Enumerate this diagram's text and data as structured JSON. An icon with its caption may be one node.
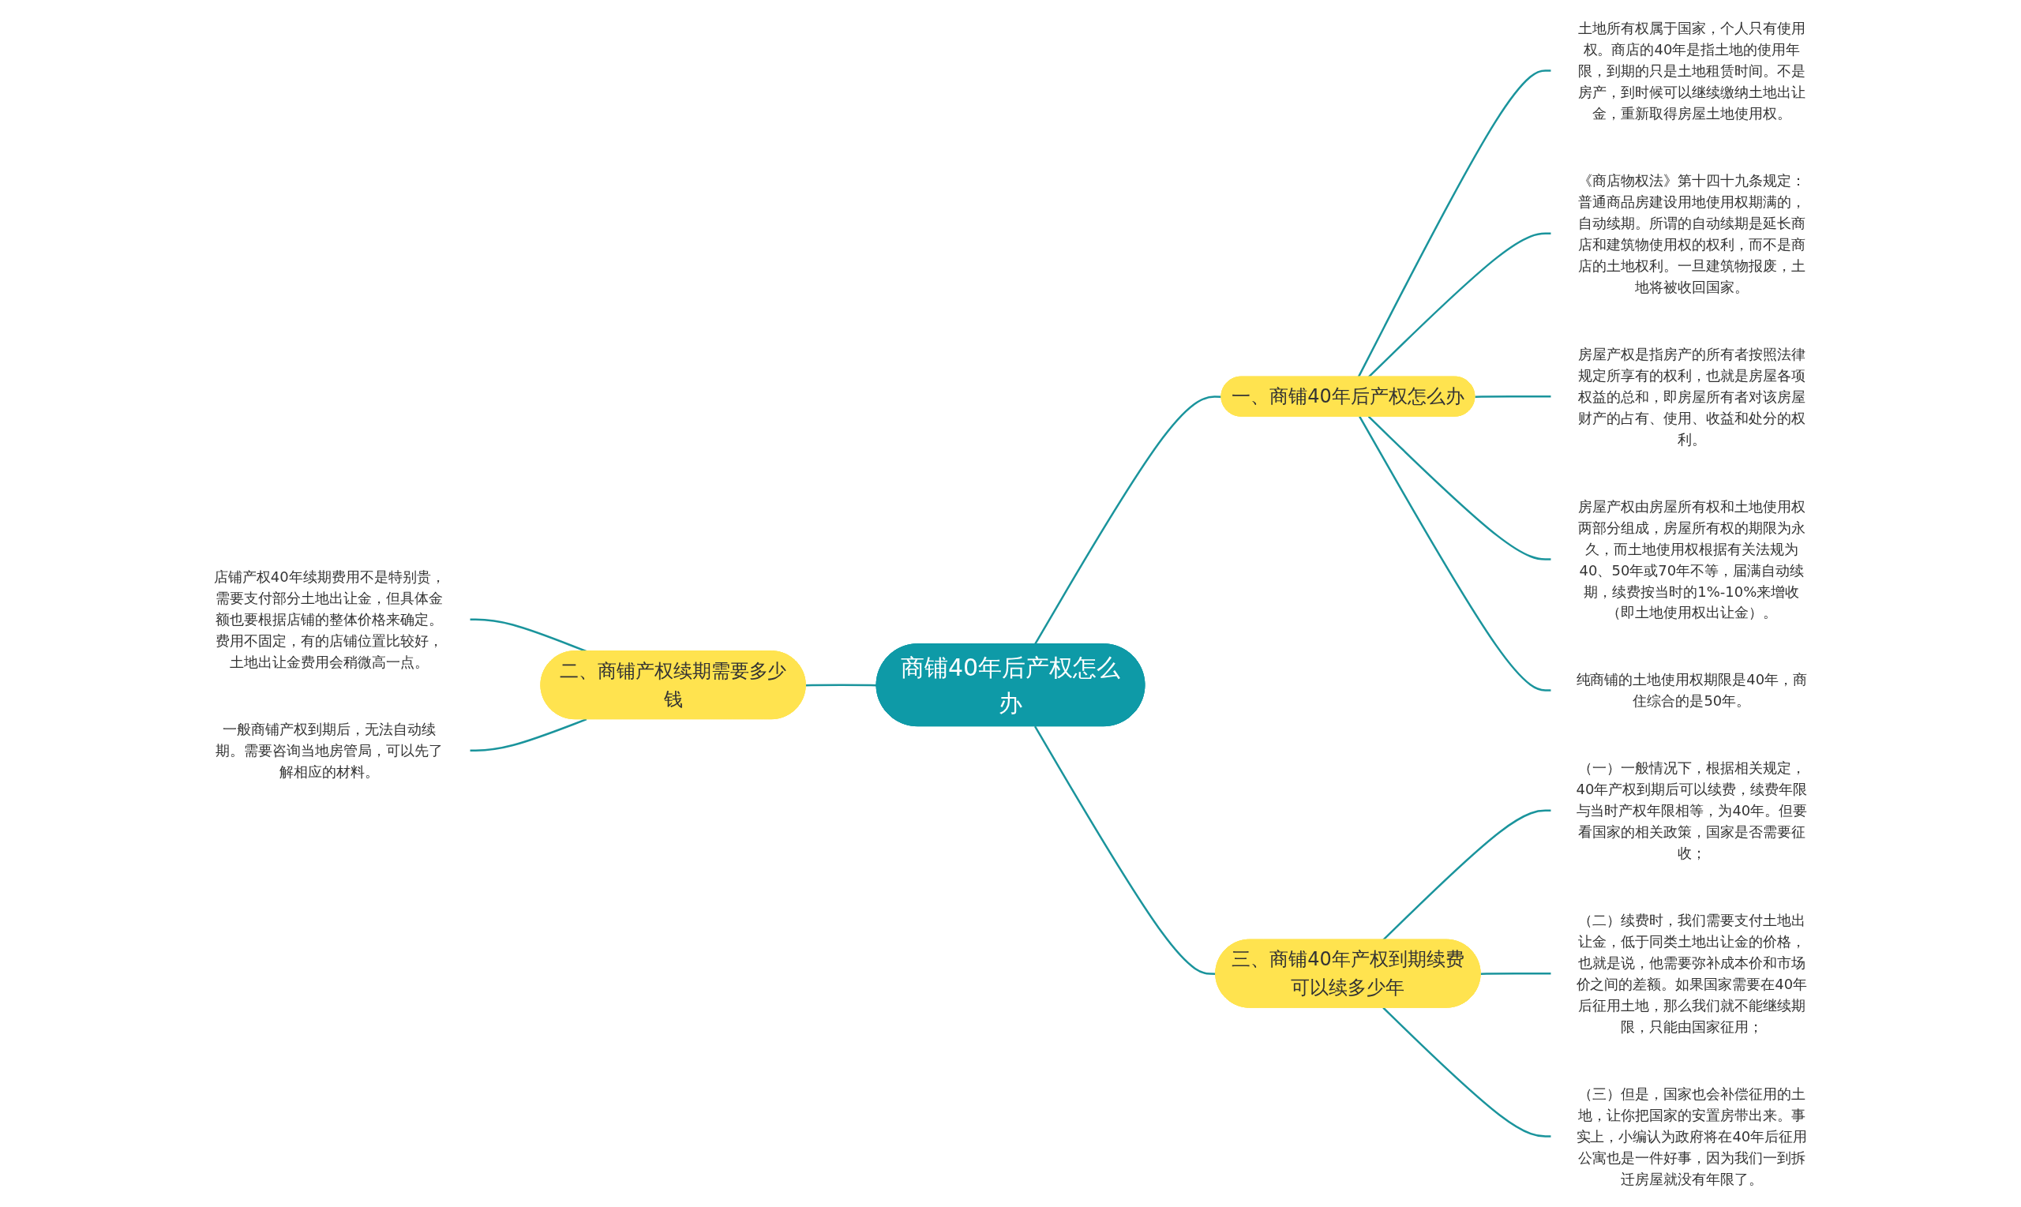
{
  "diagram": {
    "nodes": [
      {
        "text": [
          "商铺40年后产权怎么办"
        ]
      },
      {
        "text": [
          "一、商铺40年后产权怎么办"
        ]
      },
      {
        "text": [
          "土地所有权属于国家，个人只有使用权。商店的40年是指土地的使用年限，到期的只是土地租赁时间。不是房产，到时候可以继续缴纳土地出让金，重新取得房屋土地使用权。"
        ]
      },
      {
        "text": [
          "《商店物权法》第十四十九条规定：普通商品房建设用地使用权期满的，自动续期。所谓的自动续期是延长商店和建筑物使用权的权利，而不是商店的土地权利。一旦建筑物报废，土地将被收回国家。"
        ]
      },
      {
        "text": [
          "房屋产权是指房产的所有者按照法律规定所享有的权利，也就是房屋各项权益的总和，即房屋所有者对该房屋财产的占有、使用、收益和处分的权利。"
        ]
      },
      {
        "text": [
          "房屋产权由房屋所有权和土地使用权两部分组成，房屋所有权的期限为永久，而土地使用权根据有关法规为40、50年或70年不等，届满自动续期，续费按当时的1%-10%来增收（即土地使用权出让金）。"
        ]
      },
      {
        "text": [
          "纯商铺的土地使用权期限是40年，商住综合的是50年。"
        ]
      },
      {
        "text": [
          "二、商铺产权续期需要多少钱"
        ]
      },
      {
        "text": [
          "店铺产权40年续期费用不是特别贵，需要支付部分土地出让金，但具体金额也要根据店铺的整体价格来确定。费用不固定，有的店铺位置比较好，土地出让金费用会稍微高一点。"
        ]
      },
      {
        "text": [
          "一般商铺产权到期后，无法自动续期。需要咨询当地房管局，可以先了解相应的材料。"
        ]
      },
      {
        "text": [
          "三、商铺40年产权到期续费可以续多少年"
        ]
      },
      {
        "text": [
          "（一）一般情况下，根据相关规定，40年产权到期后可以续费，续费年限与当时产权年限相等，为40年。但要看国家的相关政策，国家是否需要征收；"
        ]
      },
      {
        "text": [
          "（二）续费时，我们需要支付土地出让金，低于同类土地出让金的价格，也就是说，他需要弥补成本价和市场价之间的差额。如果国家需要在40年后征用土地，那么我们就不能继续期限，只能由国家征用；"
        ]
      },
      {
        "text": [
          "（三）但是，国家也会补偿征用的土地，让你把国家的安置房带出来。事实上，小编认为政府将在40年后征用公寓也是一件好事，因为我们一到拆迁房屋就没有年限了。"
        ]
      }
    ],
    "edges": [
      {
        "from": 0,
        "to": 1,
        "arrow": "none"
      },
      {
        "from": 1,
        "to": 2,
        "arrow": "none"
      },
      {
        "from": 1,
        "to": 3,
        "arrow": "none"
      },
      {
        "from": 1,
        "to": 4,
        "arrow": "none"
      },
      {
        "from": 1,
        "to": 5,
        "arrow": "none"
      },
      {
        "from": 1,
        "to": 6,
        "arrow": "none"
      },
      {
        "from": 7,
        "to": 0,
        "arrow": "none"
      },
      {
        "from": 8,
        "to": 7,
        "arrow": "none"
      },
      {
        "from": 9,
        "to": 7,
        "arrow": "none"
      },
      {
        "from": 0,
        "to": 10,
        "arrow": "none"
      },
      {
        "from": 10,
        "to": 11,
        "arrow": "none"
      },
      {
        "from": 10,
        "to": 12,
        "arrow": "none"
      },
      {
        "from": 10,
        "to": 13,
        "arrow": "none"
      }
    ]
  }
}
